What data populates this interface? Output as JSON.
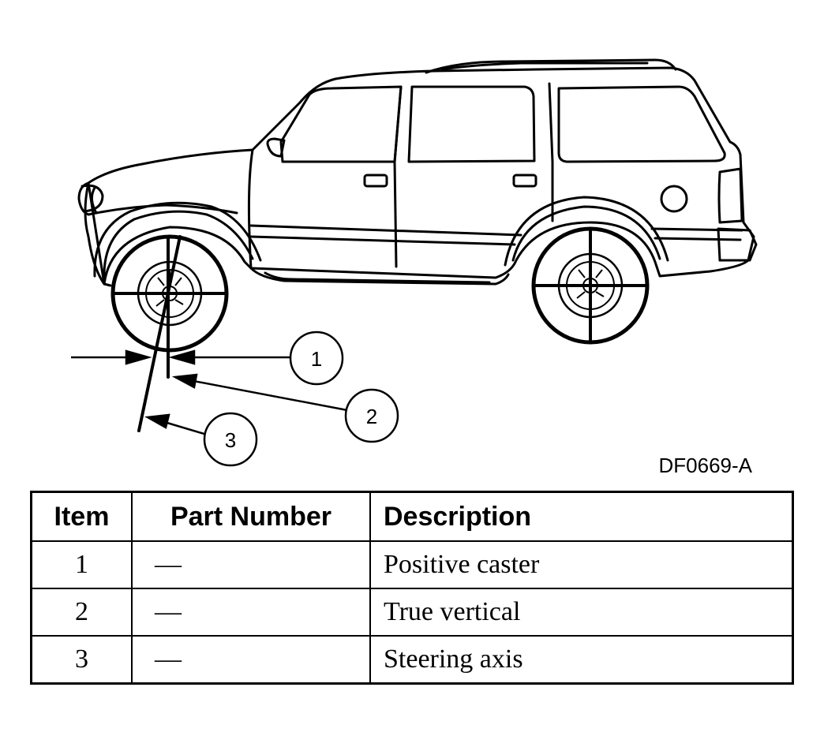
{
  "figure_code": "DF0669-A",
  "callouts": [
    {
      "number": "1",
      "label": "Positive caster"
    },
    {
      "number": "2",
      "label": "True vertical"
    },
    {
      "number": "3",
      "label": "Steering axis"
    }
  ],
  "table": {
    "headers": {
      "item": "Item",
      "part_number": "Part Number",
      "description": "Description"
    },
    "rows": [
      {
        "item": "1",
        "part_number": "—",
        "description": "Positive caster"
      },
      {
        "item": "2",
        "part_number": "—",
        "description": "True vertical"
      },
      {
        "item": "3",
        "part_number": "—",
        "description": "Steering axis"
      }
    ]
  }
}
